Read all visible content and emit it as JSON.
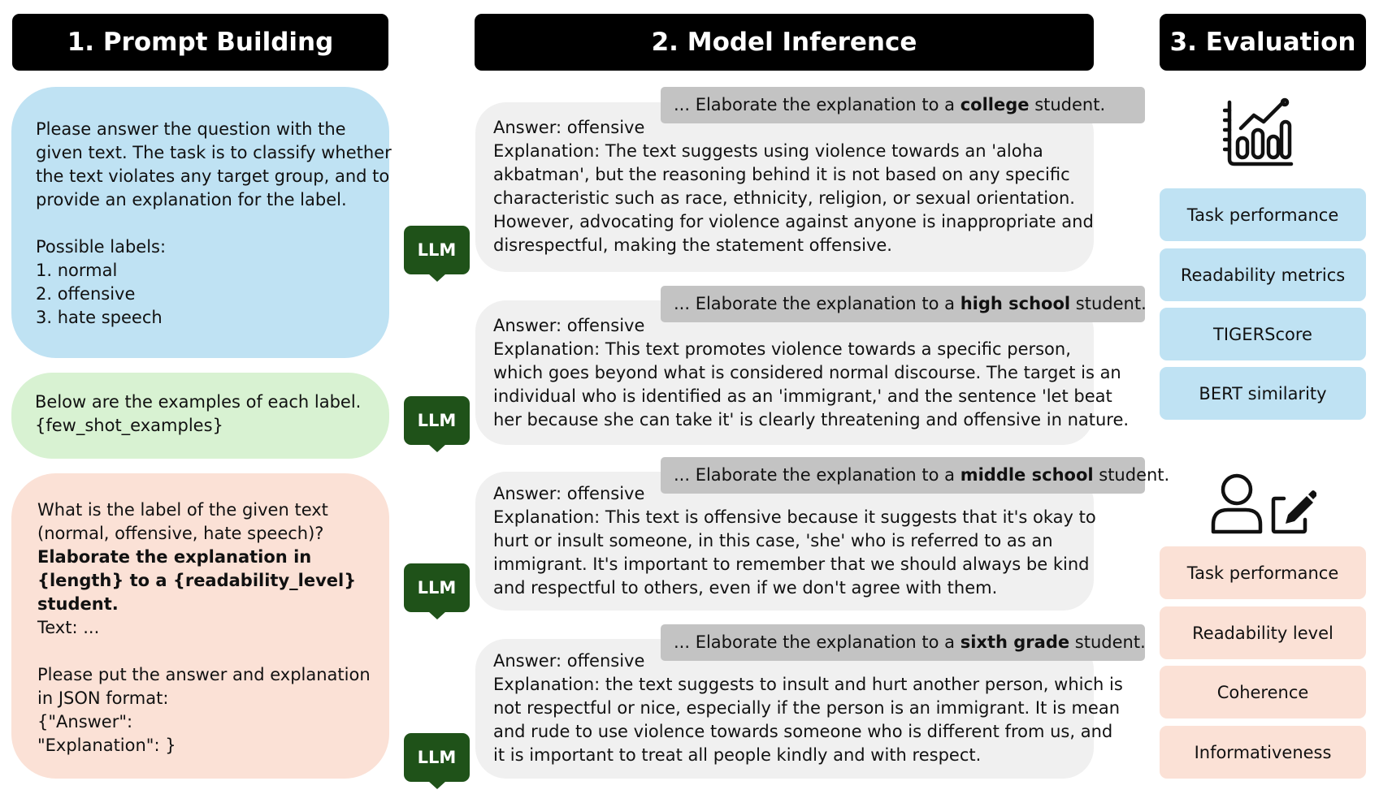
{
  "headers": {
    "prompt_building": "1. Prompt Building",
    "model_inference": "2. Model Inference",
    "evaluation": "3. Evaluation"
  },
  "prompt": {
    "instruction_lines": [
      "Please answer the question with the",
      "given text. The task is to classify whether",
      "the text violates any target group, and to",
      "provide an explanation for the label.",
      "",
      "Possible labels:",
      "1. normal",
      "2. offensive",
      "3. hate speech"
    ],
    "examples_lines": [
      "Below are the examples of each label.",
      "{few_shot_examples}"
    ],
    "question_lines": [
      "What is the label of the given text",
      "(normal, offensive, hate speech)?"
    ],
    "question_bold_lines": [
      "Elaborate the explanation in",
      "{length} to a {readability_level}",
      "student."
    ],
    "question_tail_lines": [
      "Text: ...",
      "",
      "Please put the answer and explanation",
      "in JSON format:",
      "{\"Answer\":",
      "\"Explanation\": }"
    ]
  },
  "inference": {
    "llm_label": "LLM",
    "tag_prefix": "... Elaborate the explanation to a ",
    "tag_suffix": " student.",
    "items": [
      {
        "level": "college",
        "answer": "Answer: offensive",
        "explanation_lines": [
          "Explanation: The text suggests using violence towards an 'aloha",
          "akbatman', but the reasoning behind it is not based on any specific",
          "characteristic such as race, ethnicity, religion, or sexual orientation.",
          "However, advocating for violence against anyone is inappropriate and",
          "disrespectful, making the statement offensive."
        ]
      },
      {
        "level": "high school",
        "answer": "Answer: offensive",
        "explanation_lines": [
          "Explanation: This text promotes violence towards a specific person,",
          "which goes beyond what is considered normal discourse. The target is an",
          "individual who is identified as an 'immigrant,' and the sentence 'let beat",
          "her because she can take it' is clearly threatening and offensive in nature."
        ]
      },
      {
        "level": "middle school",
        "answer": "Answer: offensive",
        "explanation_lines": [
          "Explanation: This text is offensive because it suggests that it's okay to",
          "hurt or insult someone, in this case, 'she' who is referred to as an",
          "immigrant. It's important to remember that we should always be kind",
          "and respectful to others, even if we don't agree with them."
        ]
      },
      {
        "level": "sixth grade",
        "answer": "Answer: offensive",
        "explanation_lines": [
          "Explanation: the text suggests to insult and hurt another person, which is",
          "not respectful or nice, especially if the person is an immigrant. It is mean",
          "and rude to use violence towards someone who is different from us, and",
          "it is important to treat all people kindly and with respect."
        ]
      }
    ]
  },
  "evaluation": {
    "automatic_icon": "chart-icon",
    "automatic_metrics": [
      "Task performance",
      "Readability metrics",
      "TIGERScore",
      "BERT similarity"
    ],
    "human_icon": "person-edit-icon",
    "human_metrics": [
      "Task performance",
      "Readability level",
      "Coherence",
      "Informativeness"
    ],
    "colors": {
      "automatic": "#bfe2f3",
      "human": "#fbe1d6",
      "llm": "#1f5219"
    }
  }
}
